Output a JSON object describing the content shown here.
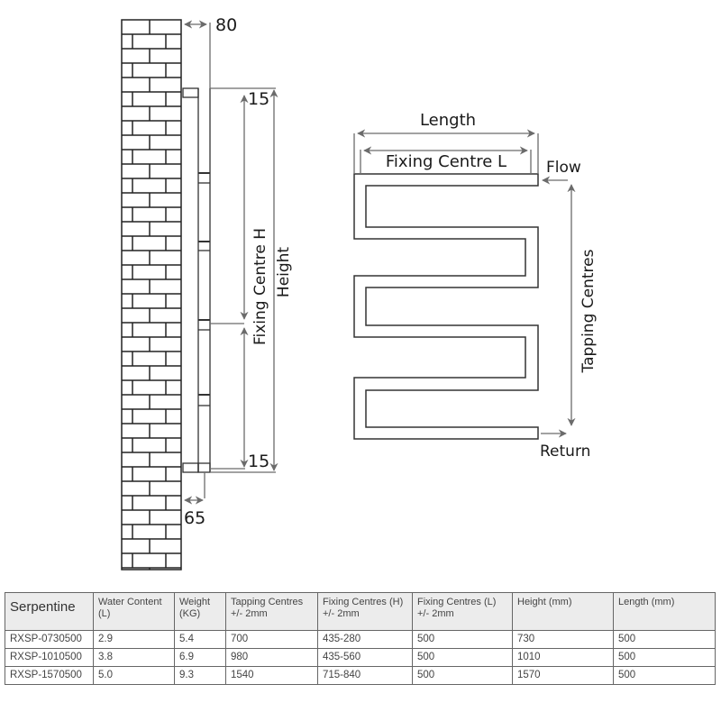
{
  "diagram": {
    "side_view": {
      "wall_offset_top": "80",
      "wall_offset_bottom": "65",
      "top_margin": "15",
      "bottom_margin": "15",
      "fixing_centre_label": "Fixing Centre H",
      "height_label": "Height"
    },
    "front_view": {
      "length_label": "Length",
      "fixing_centre_label": "Fixing Centre L",
      "flow_label": "Flow",
      "return_label": "Return",
      "tapping_centres_label": "Tapping Centres"
    },
    "colors": {
      "line": "#333333",
      "dimension": "#6b6b6b",
      "header_bg": "#ececec"
    }
  },
  "table": {
    "columns": [
      {
        "title": "Serpentine",
        "sub": ""
      },
      {
        "title": "Water Content",
        "sub": "(L)"
      },
      {
        "title": "Weight",
        "sub": "(KG)"
      },
      {
        "title": "Tapping Centres",
        "sub": "+/- 2mm"
      },
      {
        "title": "Fixing Centres (H)",
        "sub": "+/- 2mm"
      },
      {
        "title": "Fixing Centres (L)",
        "sub": "+/- 2mm"
      },
      {
        "title": "Height (mm)",
        "sub": ""
      },
      {
        "title": "Length (mm)",
        "sub": ""
      }
    ],
    "rows": [
      [
        "RXSP-0730500",
        "2.9",
        "5.4",
        "700",
        "435-280",
        "500",
        "730",
        "500"
      ],
      [
        "RXSP-1010500",
        "3.8",
        "6.9",
        "980",
        "435-560",
        "500",
        "1010",
        "500"
      ],
      [
        "RXSP-1570500",
        "5.0",
        "9.3",
        "1540",
        "715-840",
        "500",
        "1570",
        "500"
      ]
    ]
  }
}
